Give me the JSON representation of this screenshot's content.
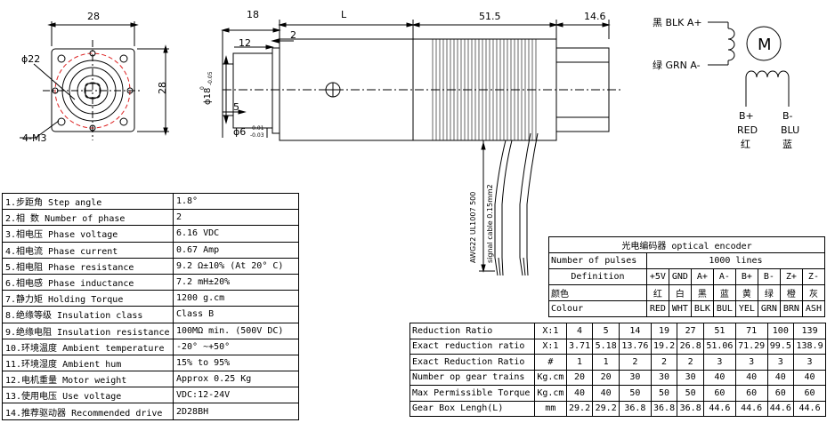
{
  "front_view": {
    "dim_width": "28",
    "dim_height": "28",
    "phi_label": "ϕ22",
    "holes_label": "4-M3"
  },
  "side_view": {
    "dim_18": "18",
    "dim_L": "L",
    "dim_51_5": "51.5",
    "dim_14_6": "14.6",
    "dim_12": "12",
    "dim_2": "2",
    "dim_5": "5",
    "shaft_dia_label": "ϕ18",
    "shaft_tol_upper": "0",
    "shaft_tol_lower": "-0.05",
    "shaft_phi6": "ϕ6",
    "phi6_tol_upper": "-0.01",
    "phi6_tol_lower": "-0.03",
    "cable_label_1": "AWG22 UL1007 500",
    "cable_label_2": "signal cable 0.15mm2"
  },
  "wiring": {
    "a_plus": "黑 BLK A+",
    "a_minus": "绿 GRN A-",
    "motor_symbol": "M",
    "b_plus": "B+",
    "b_plus_en": "RED",
    "b_plus_cn": "红",
    "b_minus": "B-",
    "b_minus_en": "BLU",
    "b_minus_cn": "蓝"
  },
  "spec_table": {
    "rows": [
      {
        "label": "1.步距角 Step angle",
        "value": "1.8°"
      },
      {
        "label": "2.相 数 Number of phase",
        "value": "2"
      },
      {
        "label": "3.相电压 Phase voltage",
        "value": "6.16 VDC"
      },
      {
        "label": "4.相电流 Phase current",
        "value": "0.67 Amp"
      },
      {
        "label": "5.相电阻 Phase resistance",
        "value": "9.2 Ω±10% (At 20° C)"
      },
      {
        "label": "6.相电感 Phase inductance",
        "value": "7.2 mH±20%"
      },
      {
        "label": "7.静力矩 Holding Torque",
        "value": "1200 g.cm"
      },
      {
        "label": "8.绝缘等级 Insulation class",
        "value": "Class B"
      },
      {
        "label": "9.绝缘电阻 Insulation resistance",
        "value": "100MΩ min. (500V DC)"
      },
      {
        "label": "10.环境温度 Ambient temperature",
        "value": "-20° ~+50°"
      },
      {
        "label": "11.环境湿度 Ambient hum",
        "value": "15% to 95%"
      },
      {
        "label": "12.电机重量 Motor weight",
        "value": "Approx 0.25 Kg"
      },
      {
        "label": "13.使用电压 Use voltage",
        "value": "VDC:12-24V"
      },
      {
        "label": "14.推荐驱动器 Recommended drive",
        "value": "2D28BH"
      }
    ]
  },
  "encoder_table": {
    "title": "光电编码器 optical encoder",
    "pulses_label": "Number of pulses",
    "pulses_value": "1000 lines",
    "definition_label": "Definition",
    "definitions": [
      "+5V",
      "GND",
      "A+",
      "A-",
      "B+",
      "B-",
      "Z+",
      "Z-"
    ],
    "color_cn_label": "颜色",
    "colors_cn": [
      "红",
      "白",
      "黑",
      "蓝",
      "黄",
      "绿",
      "橙",
      "灰"
    ],
    "colour_label": "Colour",
    "colours": [
      "RED",
      "WHT",
      "BLK",
      "BUL",
      "YEL",
      "GRN",
      "BRN",
      "ASH"
    ]
  },
  "gear_table": {
    "rows": [
      {
        "label": "Reduction Ratio",
        "unit": "X:1",
        "values": [
          "4",
          "5",
          "14",
          "19",
          "27",
          "51",
          "71",
          "100",
          "139"
        ]
      },
      {
        "label": "Exact reduction ratio",
        "unit": "X:1",
        "values": [
          "3.71",
          "5.18",
          "13.76",
          "19.2",
          "26.8",
          "51.06",
          "71.29",
          "99.5",
          "138.9"
        ]
      },
      {
        "label": "Exact Reduction Ratio",
        "unit": "#",
        "values": [
          "1",
          "1",
          "2",
          "2",
          "2",
          "3",
          "3",
          "3",
          "3"
        ]
      },
      {
        "label": "Number op gear trains",
        "unit": "Kg.cm",
        "values": [
          "20",
          "20",
          "30",
          "30",
          "30",
          "40",
          "40",
          "40",
          "40"
        ]
      },
      {
        "label": "Max Permissible Torque",
        "unit": "Kg.cm",
        "values": [
          "40",
          "40",
          "50",
          "50",
          "50",
          "60",
          "60",
          "60",
          "60"
        ]
      },
      {
        "label": "Gear Box Lengh(L)",
        "unit": "mm",
        "values": [
          "29.2",
          "29.2",
          "36.8",
          "36.8",
          "36.8",
          "44.6",
          "44.6",
          "44.6",
          "44.6"
        ]
      }
    ]
  }
}
